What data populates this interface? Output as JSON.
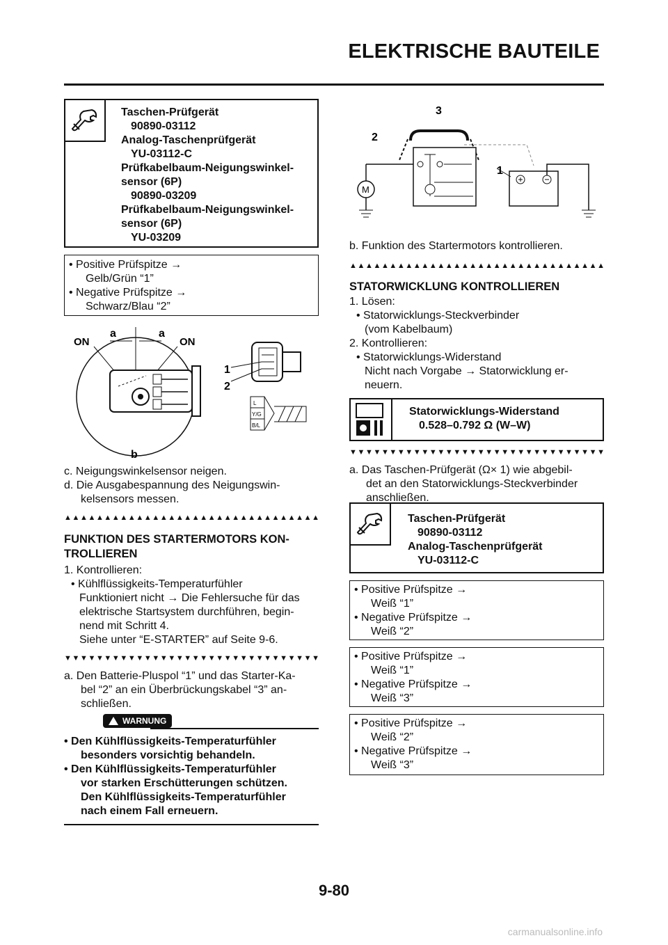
{
  "header": {
    "title": "ELEKTRISCHE BAUTEILE"
  },
  "left": {
    "tool_box": {
      "icon": "wrench-tester-icon",
      "lines": [
        "Taschen-Prüfgerät",
        "90890-03112",
        "Analog-Taschenprüfgerät",
        "YU-03112-C",
        "Prüfkabelbaum-Neigungswinkel-",
        "sensor (6P)",
        "90890-03209",
        "Prüfkabelbaum-Neigungswinkel-",
        "sensor (6P)",
        "YU-03209"
      ]
    },
    "probe_box": {
      "lines": [
        "• Positive Prüfspitze →",
        "Gelb/Grün “1”",
        "• Negative Prüfspitze →",
        "Schwarz/Blau “2”"
      ]
    },
    "sensor_diagram": {
      "on_left": "ON",
      "on_right": "ON",
      "a1": "a",
      "a2": "a",
      "b": "b",
      "n1": "1",
      "n2": "2",
      "wire_l": "L",
      "wire_yg": "Y/G",
      "wire_bl": "B/L"
    },
    "steps_cd": [
      "c.  Neigungswinkelsensor neigen.",
      "d.  Die Ausgabespannung des Neigungswin-",
      "kelsensors messen."
    ],
    "section_title": [
      "FUNKTION DES STARTERMOTORS KON-",
      "TROLLIEREN"
    ],
    "step1": [
      "1.  Kontrollieren:",
      "• Kühlflüssigkeits-Temperaturfühler",
      "Funktioniert nicht → Die Fehlersuche für das",
      "elektrische Startsystem durchführen, begin-",
      "nend mit Schritt 4.",
      "Siehe unter “E-STARTER” auf Seite 9-6."
    ],
    "step_a": [
      "a.  Den Batterie-Pluspol “1” und das Starter-Ka-",
      "bel “2” an ein Überbrückungskabel “3” an-",
      "schließen."
    ],
    "warning_label": "WARNUNG",
    "warning": [
      "• Den Kühlflüssigkeits-Temperaturfühler",
      "besonders vorsichtig behandeln.",
      "• Den Kühlflüssigkeits-Temperaturfühler",
      "vor starken Erschütterungen schützen.",
      "Den Kühlflüssigkeits-Temperaturfühler",
      "nach einem Fall erneuern."
    ]
  },
  "right": {
    "starter_diagram": {
      "n1": "1",
      "n2": "2",
      "n3": "3",
      "motor": "M"
    },
    "step_b": "b.  Funktion des Startermotors kontrollieren.",
    "section_title": "STATORWICKLUNG KONTROLLIEREN",
    "steps": [
      "1.  Lösen:",
      "• Statorwicklungs-Steckverbinder",
      "(vom Kabelbaum)",
      "2.  Kontrollieren:",
      "• Statorwicklungs-Widerstand",
      "Nicht nach Vorgabe → Statorwicklung er-",
      "neuern."
    ],
    "spec_box": {
      "icon": "multimeter-icon",
      "lines": [
        "Statorwicklungs-Widerstand",
        "0.528–0.792 Ω (W–W)"
      ]
    },
    "step_a": [
      "a.  Das Taschen-Prüfgerät (Ω× 1) wie abgebil-",
      "det an den Statorwicklungs-Steckverbinder",
      "anschließen."
    ],
    "tool_box": {
      "icon": "wrench-tester-icon",
      "lines": [
        "Taschen-Prüfgerät",
        "90890-03112",
        "Analog-Taschenprüfgerät",
        "YU-03112-C"
      ]
    },
    "probe_boxes": [
      [
        "• Positive Prüfspitze →",
        "Weiß “1”",
        "• Negative Prüfspitze →",
        "Weiß “2”"
      ],
      [
        "• Positive Prüfspitze →",
        "Weiß “1”",
        "• Negative Prüfspitze →",
        "Weiß “3”"
      ],
      [
        "• Positive Prüfspitze →",
        "Weiß “2”",
        "• Negative Prüfspitze →",
        "Weiß “3”"
      ]
    ]
  },
  "footer": {
    "page_number": "9-80",
    "watermark": "carmanualsonline.info"
  }
}
